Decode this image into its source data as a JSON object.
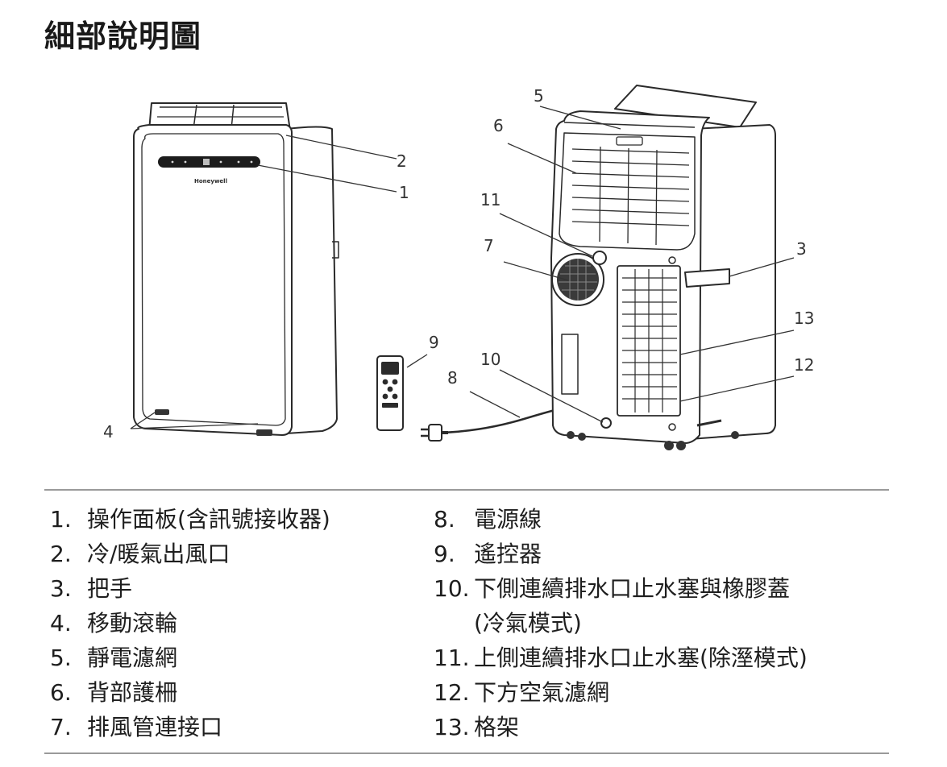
{
  "title": "細部說明圖",
  "brand_logo": "Honeywell",
  "callouts": [
    "1",
    "2",
    "3",
    "4",
    "5",
    "6",
    "7",
    "8",
    "9",
    "10",
    "11",
    "12",
    "13"
  ],
  "legend": {
    "column1": [
      {
        "num": "1.",
        "text": "操作面板(含訊號接收器)"
      },
      {
        "num": "2.",
        "text": "冷/暖氣出風口"
      },
      {
        "num": "3.",
        "text": "把手"
      },
      {
        "num": "4.",
        "text": "移動滾輪"
      },
      {
        "num": "5.",
        "text": "靜電濾網"
      },
      {
        "num": "6.",
        "text": "背部護柵"
      },
      {
        "num": "7.",
        "text": "排風管連接口"
      }
    ],
    "column2": [
      {
        "num": "8.",
        "text": "電源線"
      },
      {
        "num": "9.",
        "text": "遙控器"
      },
      {
        "num": "10.",
        "text": "下側連續排水口止水塞與橡膠蓋",
        "cont": "(冷氣模式)"
      },
      {
        "num": "11.",
        "text": "上側連續排水口止水塞(除溼模式)"
      },
      {
        "num": "12.",
        "text": "下方空氣濾網"
      },
      {
        "num": "13.",
        "text": "格架"
      }
    ]
  }
}
